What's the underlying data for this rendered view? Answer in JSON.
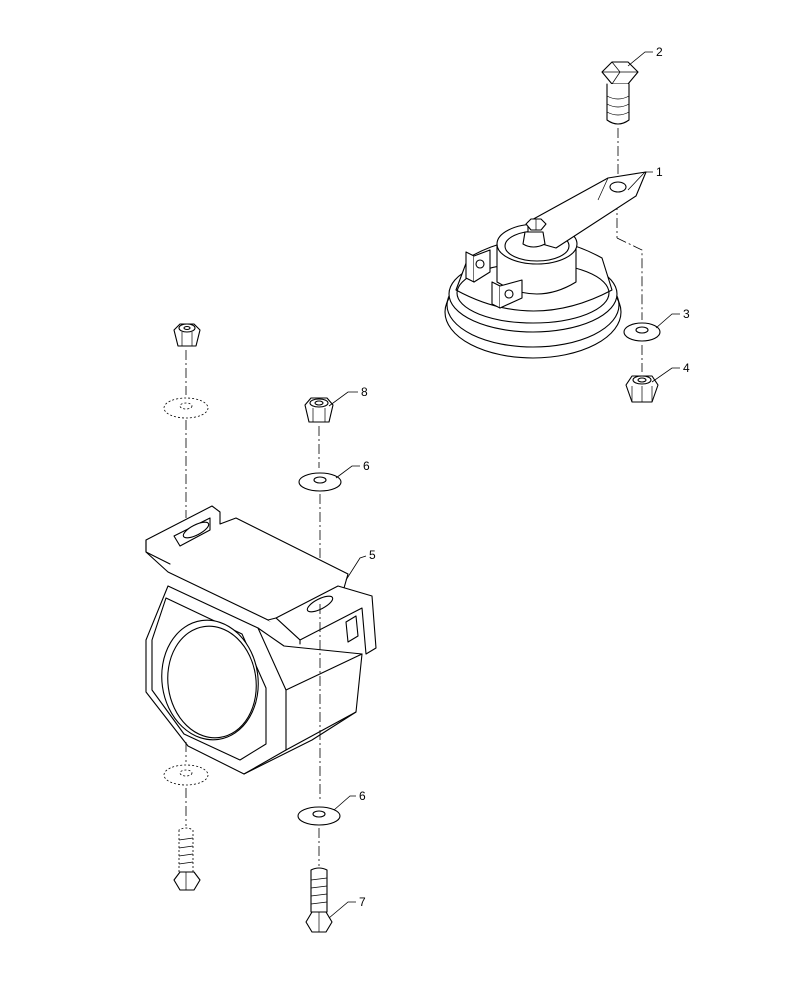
{
  "callouts": {
    "c1": "1",
    "c2": "2",
    "c3": "3",
    "c4": "4",
    "c5": "5",
    "c6a": "6",
    "c6b": "6",
    "c7": "7",
    "c8": "8"
  },
  "parts": {
    "horn": "horn",
    "hex-bolt": "hex bolt",
    "flat-washer": "flat washer",
    "lock-nut": "lock nut",
    "alarm-housing": "alarm housing",
    "carriage-bolt": "bolt"
  },
  "colors": {
    "line": "#000000",
    "background": "#ffffff"
  }
}
